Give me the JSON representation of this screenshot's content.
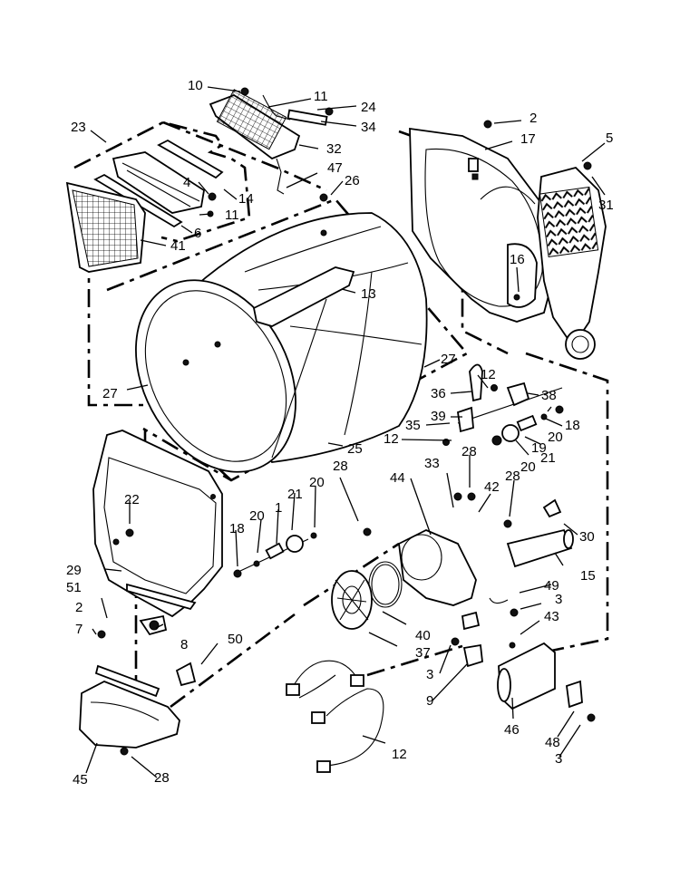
{
  "callouts": [
    "10",
    "11",
    "24",
    "34",
    "32",
    "47",
    "23",
    "4",
    "14",
    "26",
    "11",
    "6",
    "41",
    "2",
    "17",
    "5",
    "31",
    "16",
    "13",
    "27",
    "27",
    "12",
    "38",
    "36",
    "39",
    "18",
    "20",
    "35",
    "19",
    "12",
    "21",
    "28",
    "20",
    "25",
    "28",
    "33",
    "28",
    "22",
    "20",
    "21",
    "20",
    "42",
    "18",
    "1",
    "44",
    "30",
    "29",
    "15",
    "51",
    "49",
    "2",
    "3",
    "7",
    "40",
    "8",
    "43",
    "50",
    "37",
    "3",
    "9",
    "45",
    "12",
    "46",
    "48",
    "3",
    "28"
  ]
}
